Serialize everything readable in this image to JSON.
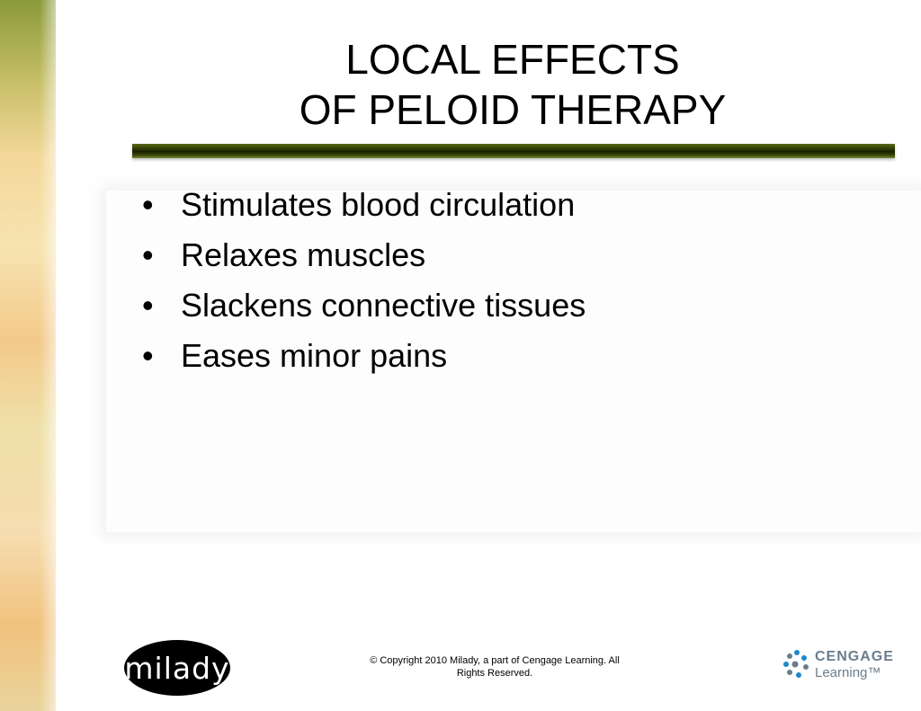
{
  "slide": {
    "title_line1": "LOCAL EFFECTS",
    "title_line2": "OF PELOID THERAPY",
    "bullets": [
      "Stimulates blood circulation",
      "Relaxes muscles",
      "Slackens connective tissues",
      "Eases minor pains"
    ]
  },
  "footer": {
    "logo_text": "milady",
    "copyright_line1": "© Copyright 2010 Milady, a part of Cengage Learning. All",
    "copyright_line2": "Rights Reserved.",
    "cengage_line1": "CENGAGE",
    "cengage_line2": "Learning™"
  },
  "colors": {
    "title_bar": "#2f3a06",
    "cengage_blue": "#1e88c8",
    "cengage_gray": "#6b7d8c"
  }
}
